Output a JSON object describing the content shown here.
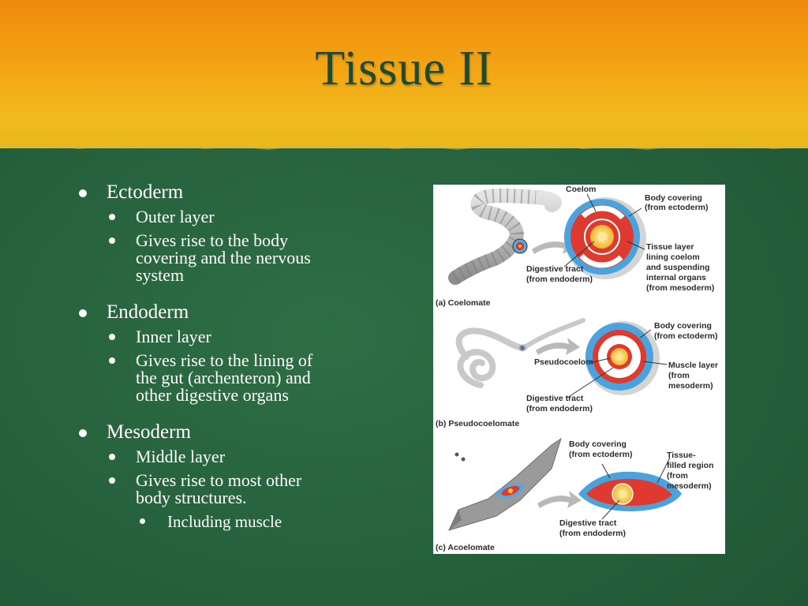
{
  "title": "Tissue II",
  "bullets": [
    {
      "label": "Ectoderm",
      "sub": [
        {
          "lines": [
            "Outer layer"
          ]
        },
        {
          "lines": [
            "Gives rise to the body",
            "covering and the nervous",
            "system"
          ]
        }
      ]
    },
    {
      "label": "Endoderm",
      "sub": [
        {
          "lines": [
            "Inner layer"
          ]
        },
        {
          "lines": [
            "Gives rise to the lining of",
            "the gut (archenteron) and",
            "other digestive organs"
          ]
        }
      ]
    },
    {
      "label": "Mesoderm",
      "sub": [
        {
          "lines": [
            "Middle layer"
          ]
        },
        {
          "lines": [
            "Gives rise to most other",
            "body structures."
          ]
        }
      ],
      "subsub": "Including muscle"
    }
  ],
  "figure": {
    "a": {
      "coelom": "Coelom",
      "body_covering": [
        "Body covering",
        "(from ectoderm)"
      ],
      "tissue_layer": [
        "Tissue layer",
        "lining coelom",
        "and suspending",
        "internal organs",
        "(from mesoderm)"
      ],
      "digestive": [
        "Digestive tract",
        "(from endoderm)"
      ],
      "caption": "(a) Coelomate"
    },
    "b": {
      "body_covering": [
        "Body covering",
        "(from ectoderm)"
      ],
      "pseudocoelom": "Pseudocoelom",
      "muscle": [
        "Muscle layer",
        "(from",
        "mesoderm)"
      ],
      "digestive": [
        "Digestive tract",
        "(from endoderm)"
      ],
      "caption": "(b) Pseudocoelomate"
    },
    "c": {
      "body_covering": [
        "Body covering",
        "(from ectoderm)"
      ],
      "tissue_filled": [
        "Tissue-",
        "filled region",
        "(from",
        "mesoderm)"
      ],
      "digestive": [
        "Digestive tract",
        "(from endoderm)"
      ],
      "caption": "(c) Acoelomate"
    }
  }
}
